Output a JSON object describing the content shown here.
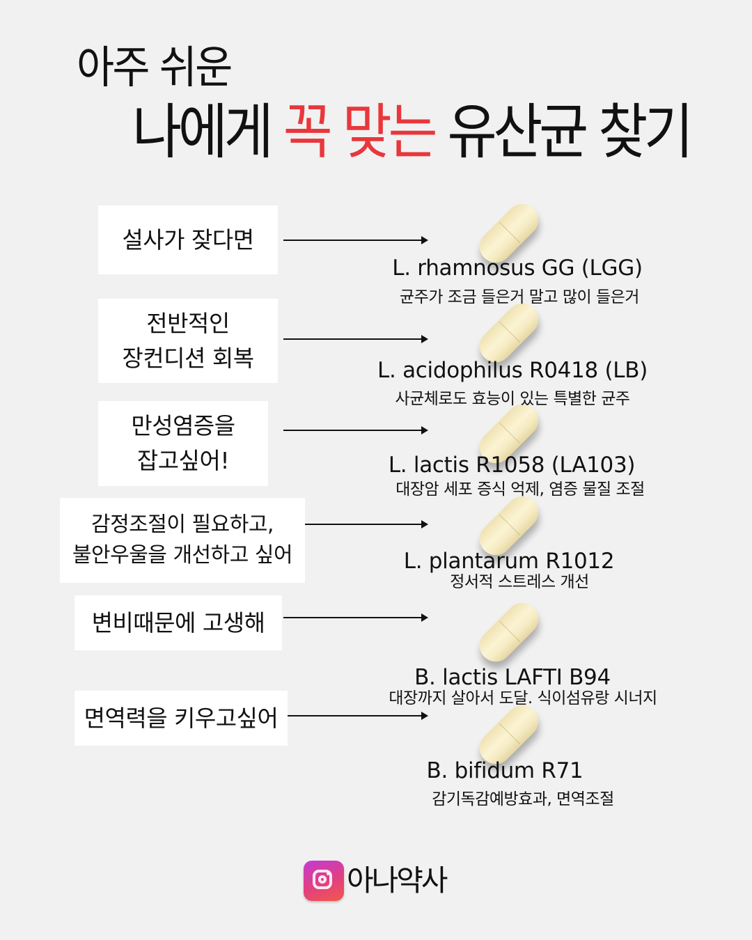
{
  "header": {
    "subtitle": "아주 쉬운",
    "title_part1": "나에게 ",
    "title_highlight": "꼭 맞는",
    "title_part2": " 유산균 찾기",
    "highlight_color": "#e8373c"
  },
  "rows": [
    {
      "symptom": "설사가 잦다면",
      "strain": "L. rhamnosus GG (LGG)",
      "description": "균주가 조금 들은거 말고 많이 들은거"
    },
    {
      "symptom": "전반적인\n장컨디션 회복",
      "strain": "L. acidophilus R0418 (LB)",
      "description": "사균체로도 효능이 있는 특별한 균주"
    },
    {
      "symptom": "만성염증을\n잡고싶어!",
      "strain": "L. lactis R1058 (LA103)",
      "description": "대장암 세포 증식 억제, 염증 물질 조절"
    },
    {
      "symptom": "감정조절이 필요하고,\n불안우울을 개선하고 싶어",
      "strain": "L. plantarum R1012",
      "description": "정서적 스트레스 개선"
    },
    {
      "symptom": "변비때문에 고생해",
      "strain": "B. lactis LAFTI B94",
      "description": "대장까지 살아서 도달. 식이섬유랑 시너지"
    },
    {
      "symptom": "면역력을 키우고싶어",
      "strain": "B. bifidum R71",
      "description": "감기독감예방효과, 면역조절"
    }
  ],
  "footer": {
    "icon": "instagram-icon",
    "handle": "아나약사"
  }
}
